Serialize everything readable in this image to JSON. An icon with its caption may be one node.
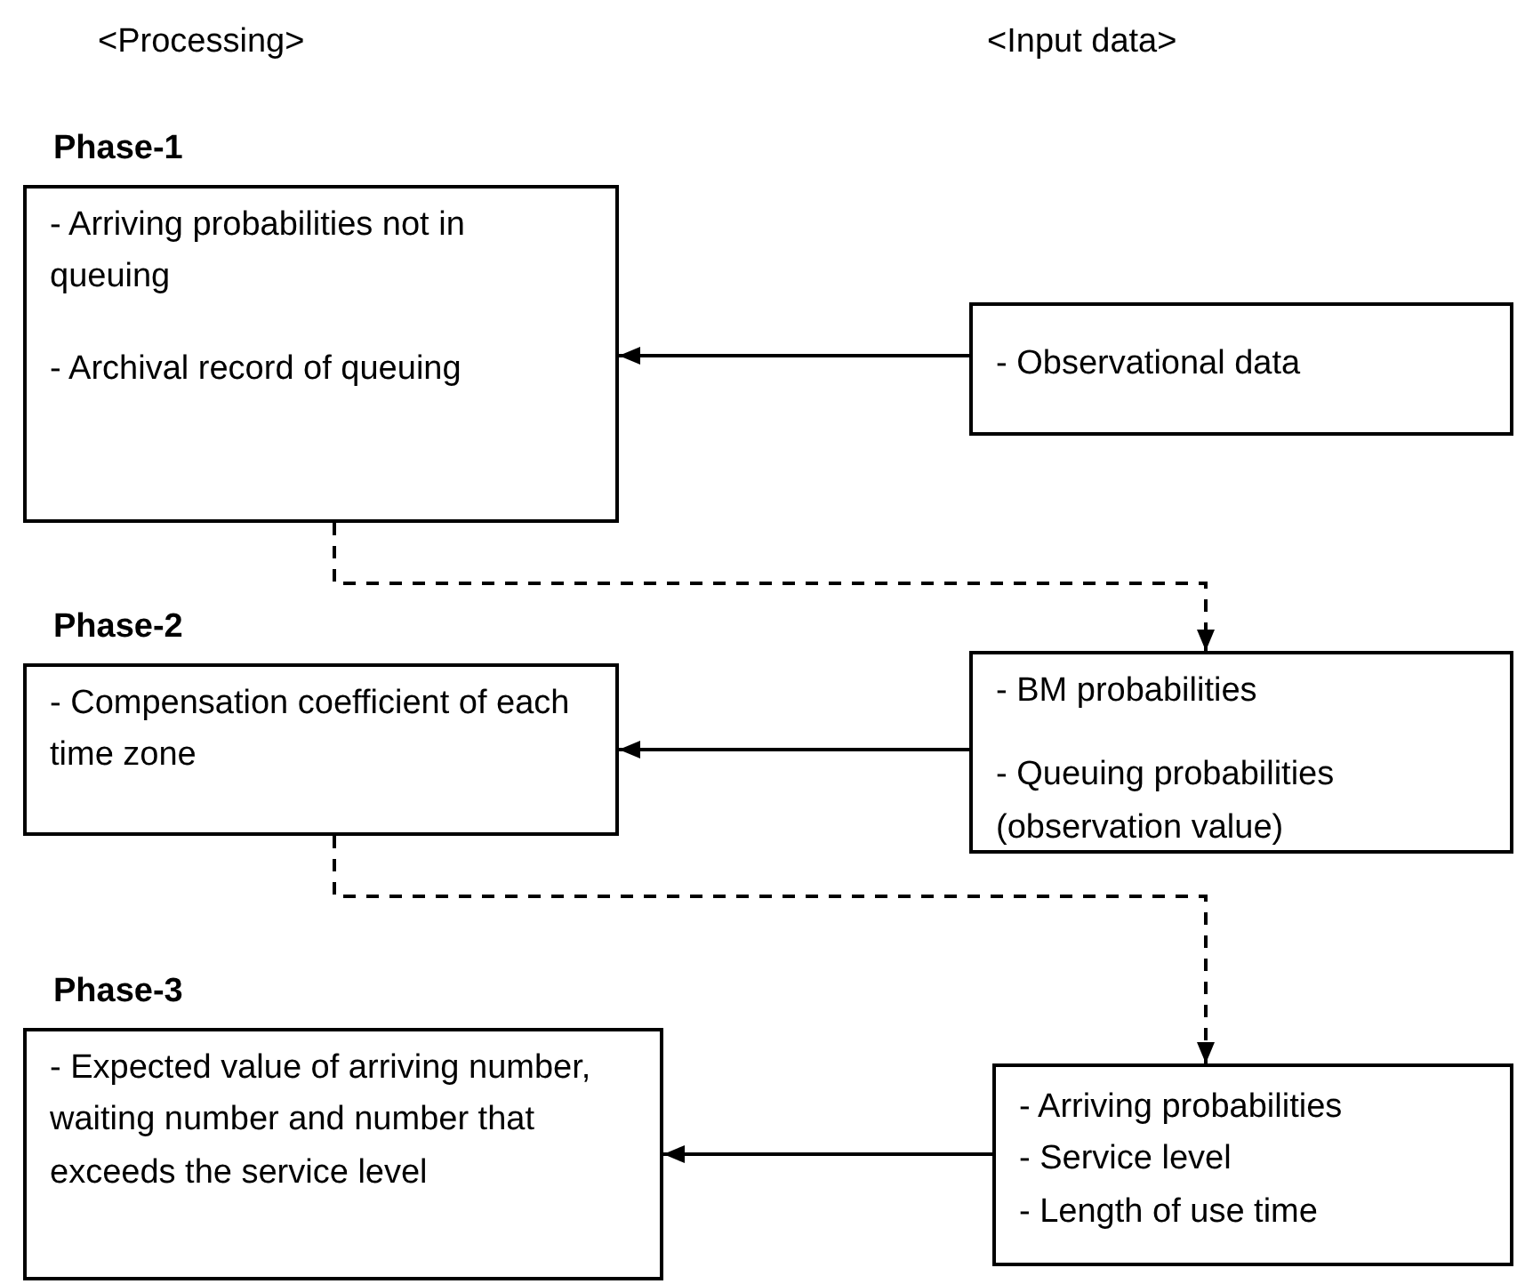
{
  "diagram": {
    "nodes": [
      {
        "text": [
          "Phase-1",
          "- Arriving probabilities not in queuing",
          "- Archival record of queuing"
        ]
      },
      {
        "text": [
          "- Observational data"
        ]
      },
      {
        "text": [
          "Phase-2",
          "- Compensation coefficient of each time zone"
        ]
      },
      {
        "text": [
          "- BM probabilities",
          "- Queuing probabilities (observation value)"
        ]
      },
      {
        "text": [
          "Phase-3",
          "- Expected value of arriving number, waiting number and number that exceeds the service level"
        ]
      },
      {
        "text": [
          "- Arriving probabilities",
          "- Service level",
          "- Length of use time"
        ]
      }
    ],
    "edges": [
      {
        "from": 1,
        "to": 0,
        "arrow": "to"
      },
      {
        "from": 0,
        "to": 3,
        "arrow": "to",
        "style": "dashed"
      },
      {
        "from": 3,
        "to": 2,
        "arrow": "to"
      },
      {
        "from": 2,
        "to": 5,
        "arrow": "to",
        "style": "dashed"
      },
      {
        "from": 5,
        "to": 4,
        "arrow": "to"
      }
    ],
    "labels": [
      "<Processing>",
      "<Input data>"
    ]
  }
}
